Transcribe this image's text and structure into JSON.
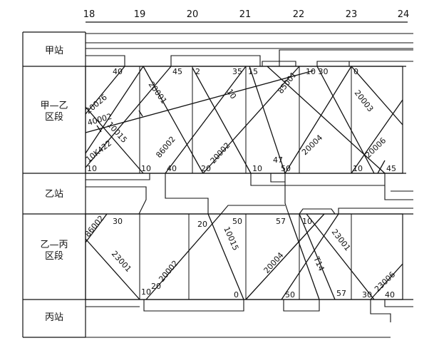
{
  "hours": [
    "18",
    "19",
    "20",
    "21",
    "22",
    "23",
    "24"
  ],
  "rows": [
    {
      "key": "jia",
      "label": "甲站"
    },
    {
      "key": "jy",
      "label_lines": [
        "甲—乙",
        "区段"
      ]
    },
    {
      "key": "yi",
      "label": "乙站"
    },
    {
      "key": "yb",
      "label_lines": [
        "乙—丙",
        "区段"
      ]
    },
    {
      "key": "bing",
      "label": "丙站"
    }
  ],
  "top_numbers": {
    "jy": [
      "40",
      "45",
      "35",
      "15",
      "10 30",
      "0"
    ],
    "yb": [
      "30",
      "20",
      "50",
      "57",
      "10"
    ]
  },
  "bottom_numbers": {
    "jy": [
      "10",
      "10",
      "40",
      "20",
      "10",
      "47",
      "50",
      "10",
      "45"
    ],
    "yb": [
      "10",
      "20",
      "0",
      "50",
      "57",
      "30",
      "40"
    ]
  },
  "train_labels": {
    "jy": [
      "20026",
      "40002",
      "10015",
      "10K422",
      "20001",
      "86002",
      "10",
      "20002",
      "85001",
      "20004",
      "20003",
      "20006",
      "2"
    ],
    "yb": [
      "86002",
      "23001",
      "20002",
      "10015",
      "20004",
      "T14",
      "23001",
      "23006"
    ]
  },
  "legend": []
}
